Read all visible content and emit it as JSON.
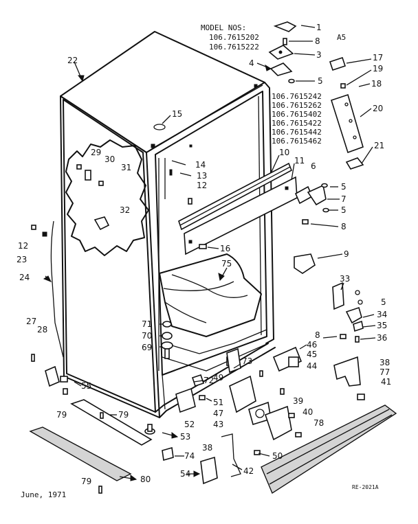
{
  "header": {
    "model_label": "MODEL NOS:",
    "model_a": "106.7615202",
    "model_b": "106.7615222",
    "page_mark": "A5",
    "models_list": [
      "106.7615242",
      "106.7615262",
      "106.7615402",
      "106.7615422",
      "106.7615442",
      "106.7615462"
    ]
  },
  "footer": {
    "date": "June, 1971",
    "ref_code": "RE-2021A"
  },
  "callouts": [
    {
      "id": "c1",
      "text": "1"
    },
    {
      "id": "c8a",
      "text": "8"
    },
    {
      "id": "c3",
      "text": "3"
    },
    {
      "id": "c4",
      "text": "4"
    },
    {
      "id": "c5a",
      "text": "5"
    },
    {
      "id": "c17",
      "text": "17"
    },
    {
      "id": "c19",
      "text": "19"
    },
    {
      "id": "c18",
      "text": "18"
    },
    {
      "id": "c20",
      "text": "20"
    },
    {
      "id": "c21",
      "text": "21"
    },
    {
      "id": "c22",
      "text": "22"
    },
    {
      "id": "c15",
      "text": "15"
    },
    {
      "id": "c29",
      "text": "29"
    },
    {
      "id": "c30",
      "text": "30"
    },
    {
      "id": "c31",
      "text": "31"
    },
    {
      "id": "c32",
      "text": "32"
    },
    {
      "id": "c14",
      "text": "14"
    },
    {
      "id": "c13",
      "text": "13"
    },
    {
      "id": "c12a",
      "text": "12"
    },
    {
      "id": "c10",
      "text": "10"
    },
    {
      "id": "c11",
      "text": "11"
    },
    {
      "id": "c6",
      "text": "6"
    },
    {
      "id": "c5b",
      "text": "5"
    },
    {
      "id": "c7",
      "text": "7"
    },
    {
      "id": "c5c",
      "text": "5"
    },
    {
      "id": "c8b",
      "text": "8"
    },
    {
      "id": "c12b",
      "text": "12"
    },
    {
      "id": "c23",
      "text": "23"
    },
    {
      "id": "c16",
      "text": "16"
    },
    {
      "id": "c75",
      "text": "75"
    },
    {
      "id": "c9",
      "text": "9"
    },
    {
      "id": "c24",
      "text": "24"
    },
    {
      "id": "c33",
      "text": "33"
    },
    {
      "id": "c5d",
      "text": "5"
    },
    {
      "id": "c34",
      "text": "34"
    },
    {
      "id": "c35",
      "text": "35"
    },
    {
      "id": "c36",
      "text": "36"
    },
    {
      "id": "c8c",
      "text": "8"
    },
    {
      "id": "c46",
      "text": "46"
    },
    {
      "id": "c45",
      "text": "45"
    },
    {
      "id": "c44",
      "text": "44"
    },
    {
      "id": "c71",
      "text": "71"
    },
    {
      "id": "c70",
      "text": "70"
    },
    {
      "id": "c69",
      "text": "69"
    },
    {
      "id": "c27",
      "text": "27"
    },
    {
      "id": "c28",
      "text": "28"
    },
    {
      "id": "c73",
      "text": "73"
    },
    {
      "id": "c49",
      "text": "49"
    },
    {
      "id": "c72",
      "text": "72"
    },
    {
      "id": "c38a",
      "text": "38"
    },
    {
      "id": "c77",
      "text": "77"
    },
    {
      "id": "c41",
      "text": "41"
    },
    {
      "id": "c55",
      "text": "55"
    },
    {
      "id": "c51",
      "text": "51"
    },
    {
      "id": "c47",
      "text": "47"
    },
    {
      "id": "c39",
      "text": "39"
    },
    {
      "id": "c43",
      "text": "43"
    },
    {
      "id": "c40",
      "text": "40"
    },
    {
      "id": "c79a",
      "text": "79"
    },
    {
      "id": "c79b",
      "text": "79"
    },
    {
      "id": "c52",
      "text": "52"
    },
    {
      "id": "c78",
      "text": "78"
    },
    {
      "id": "c53",
      "text": "53"
    },
    {
      "id": "c38b",
      "text": "38"
    },
    {
      "id": "c74",
      "text": "74"
    },
    {
      "id": "c50",
      "text": "50"
    },
    {
      "id": "c42",
      "text": "42"
    },
    {
      "id": "c54",
      "text": "54"
    },
    {
      "id": "c80",
      "text": "80"
    },
    {
      "id": "c79c",
      "text": "79"
    }
  ]
}
